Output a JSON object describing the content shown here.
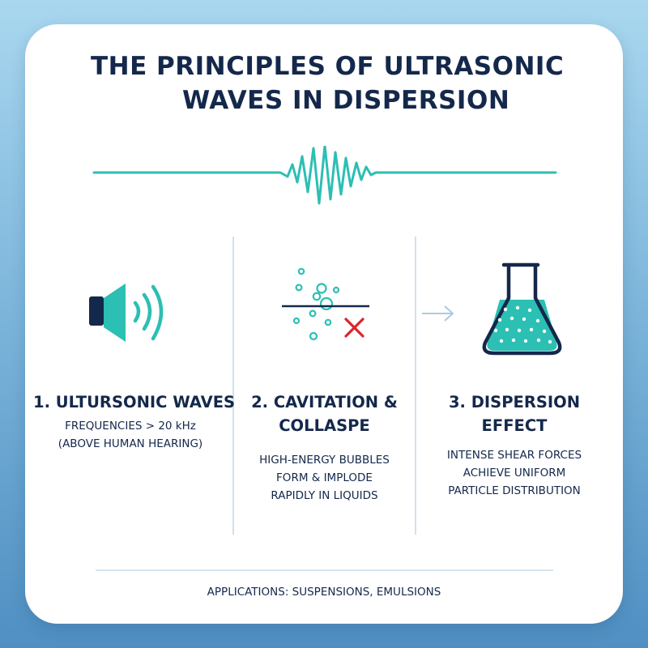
{
  "title": {
    "line1": "THE PRINCIPLES OF ULTRASONIC",
    "line2": "WAVES IN DISPERSION"
  },
  "colors": {
    "navy": "#14284b",
    "teal": "#2cbfb3",
    "red": "#d9262e",
    "divider": "#cfe1ee",
    "background_top": "#a9d7ef",
    "background_bottom": "#4f8fc2"
  },
  "icons": {
    "wave": "sound-wave-icon",
    "speaker": "speaker-icon",
    "cavitation": "bubbles-collapse-icon",
    "arrow": "arrow-right-icon",
    "flask": "flask-icon"
  },
  "steps": [
    {
      "heading": "1. ULTURSONIC WAVES",
      "desc_lines": [
        "FREQUENCIES > 20 kHz",
        "(ABOVE HUMAN HEARING)"
      ]
    },
    {
      "heading_lines": [
        "2. CAVITATION &",
        "COLLASPE"
      ],
      "desc_lines": [
        "HIGH-ENERGY BUBBLES",
        "FORM & IMPLODE",
        "RAPIDLY IN LIQUIDS"
      ]
    },
    {
      "heading_lines": [
        "3. DISPERSION",
        "EFFECT"
      ],
      "desc_lines": [
        "INTENSE SHEAR FORCES",
        "ACHIEVE UNIFORM",
        "PARTICLE DISTRIBUTION"
      ]
    }
  ],
  "footer": "APPLICATIONS: SUSPENSIONS, EMULSIONS"
}
